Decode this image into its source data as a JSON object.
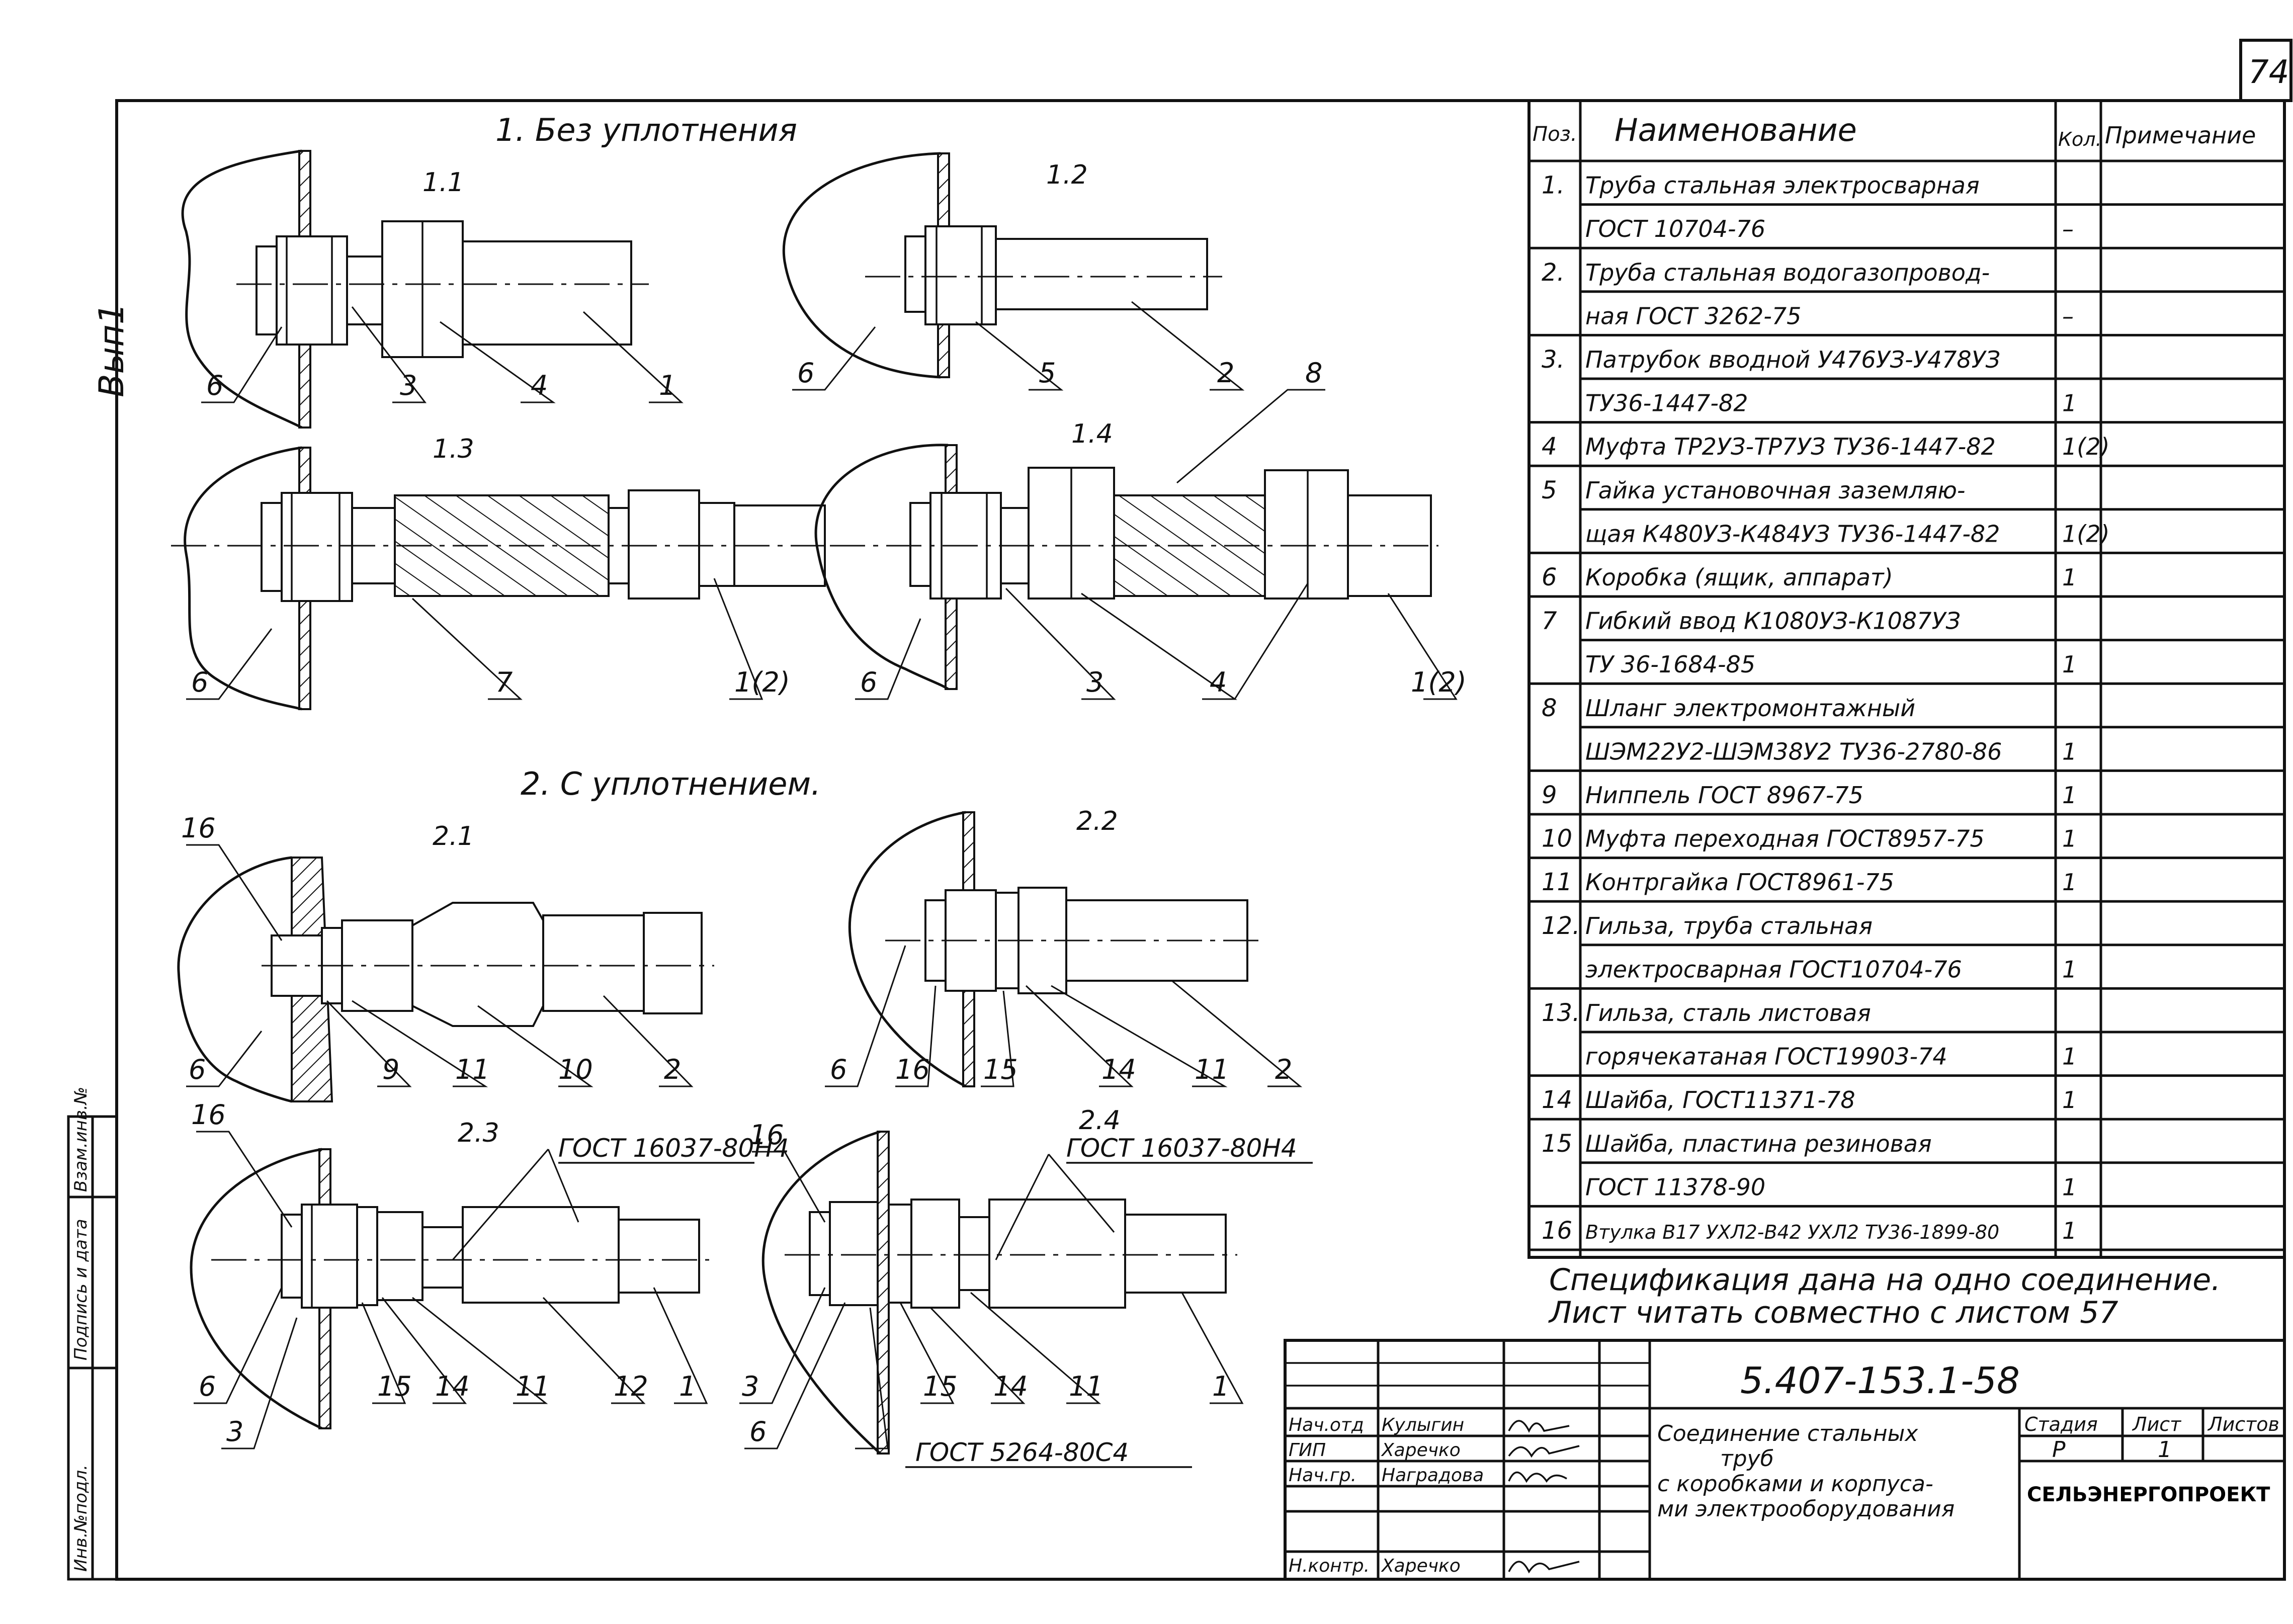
{
  "sheet_number": "74",
  "side_note": "Вып1",
  "sections": {
    "without_seal": "1. Без уплотнения",
    "with_seal": "2. С уплотнением."
  },
  "views": [
    "1.1",
    "1.2",
    "1.3",
    "1.4",
    "2.1",
    "2.2",
    "2.3",
    "2.4"
  ],
  "standard_refs": {
    "gost_a": "ГОСТ 16037-80Н4",
    "gost_b": "ГОСТ 16037-80Н4",
    "gost_c": "ГОСТ 5264-80С4"
  },
  "callouts": {
    "v11": [
      "6",
      "3",
      "4",
      "1"
    ],
    "v12": [
      "6",
      "5",
      "2",
      "8"
    ],
    "v13": [
      "6",
      "7",
      "1(2)"
    ],
    "v14": [
      "6",
      "3",
      "4",
      "1(2)"
    ],
    "v21": [
      "16",
      "6",
      "9",
      "11",
      "10",
      "2"
    ],
    "v22": [
      "6",
      "16",
      "15",
      "14",
      "11",
      "2"
    ],
    "v23": [
      "16",
      "6",
      "3",
      "15",
      "14",
      "11",
      "12",
      "1"
    ],
    "v24": [
      "16",
      "3",
      "6",
      "15",
      "14",
      "11",
      "1"
    ]
  },
  "spec_table": {
    "headers": [
      "Поз.",
      "Наименование",
      "Кол.",
      "Примечание"
    ],
    "rows": [
      {
        "pos": "1.",
        "name": "Труба стальная электросварная",
        "qty": ""
      },
      {
        "pos": "",
        "name": "ГОСТ 10704-76",
        "qty": "–"
      },
      {
        "pos": "2.",
        "name": "Труба стальная водогазопровод-",
        "qty": ""
      },
      {
        "pos": "",
        "name": "ная ГОСТ 3262-75",
        "qty": "–"
      },
      {
        "pos": "3.",
        "name": "Патрубок вводной У476УЗ-У478УЗ",
        "qty": ""
      },
      {
        "pos": "",
        "name": "ТУ36-1447-82",
        "qty": "1"
      },
      {
        "pos": "4",
        "name": "Муфта ТР2УЗ-ТР7УЗ ТУ36-1447-82",
        "qty": "1(2)"
      },
      {
        "pos": "5",
        "name": "Гайка установочная заземляю-",
        "qty": ""
      },
      {
        "pos": "",
        "name": "щая К480УЗ-К484УЗ ТУ36-1447-82",
        "qty": "1(2)"
      },
      {
        "pos": "6",
        "name": "Коробка (ящик, аппарат)",
        "qty": "1"
      },
      {
        "pos": "7",
        "name": "Гибкий ввод К1080УЗ-К1087УЗ",
        "qty": ""
      },
      {
        "pos": "",
        "name": "ТУ 36-1684-85",
        "qty": "1"
      },
      {
        "pos": "8",
        "name": "Шланг электромонтажный",
        "qty": ""
      },
      {
        "pos": "",
        "name": "ШЭМ22У2-ШЭМ38У2 ТУ36-2780-86",
        "qty": "1"
      },
      {
        "pos": "9",
        "name": "Ниппель ГОСТ 8967-75",
        "qty": "1"
      },
      {
        "pos": "10",
        "name": "Муфта переходная ГОСТ8957-75",
        "qty": "1"
      },
      {
        "pos": "11",
        "name": "Контргайка ГОСТ8961-75",
        "qty": "1"
      },
      {
        "pos": "12.",
        "name": "Гильза, труба стальная",
        "qty": ""
      },
      {
        "pos": "",
        "name": "электросварная ГОСТ10704-76",
        "qty": "1"
      },
      {
        "pos": "13.",
        "name": "Гильза, сталь листовая",
        "qty": ""
      },
      {
        "pos": "",
        "name": "горячекатаная ГОСТ19903-74",
        "qty": "1"
      },
      {
        "pos": "14",
        "name": "Шайба, ГОСТ11371-78",
        "qty": "1"
      },
      {
        "pos": "15",
        "name": "Шайба, пластина резиновая",
        "qty": ""
      },
      {
        "pos": "",
        "name": "ГОСТ 11378-90",
        "qty": "1"
      },
      {
        "pos": "16",
        "name": "Втулка В17 УХЛ2-В42 УХЛ2 ТУ36-1899-80",
        "qty": "1"
      }
    ]
  },
  "spec_note": [
    "Спецификация дана на одно соединение.",
    "Лист читать совместно с листом 57"
  ],
  "title_block": {
    "drawing_code": "5.407-153.1-58",
    "title": [
      "Соединение стальных",
      "труб",
      "с коробками и корпуса-",
      "ми электрооборудования"
    ],
    "stage_label": "Стадия",
    "sheet_label": "Лист",
    "sheets_label": "Листов",
    "stage": "Р",
    "sheet": "1",
    "sheets": "",
    "organization": "СЕЛЬЭНЕРГОПРОЕКТ",
    "staff": [
      {
        "role": "Нач.отд",
        "name": "Кулыгин"
      },
      {
        "role": "ГИП",
        "name": "Харечко"
      },
      {
        "role": "Нач.гр.",
        "name": "Наградова"
      },
      {
        "role": "",
        "name": ""
      },
      {
        "role": "Н.контр.",
        "name": "Харечко"
      }
    ]
  },
  "margin_stamp": [
    "Инв.№подл.",
    "Подпись и дата",
    "Взам.инв.№"
  ]
}
